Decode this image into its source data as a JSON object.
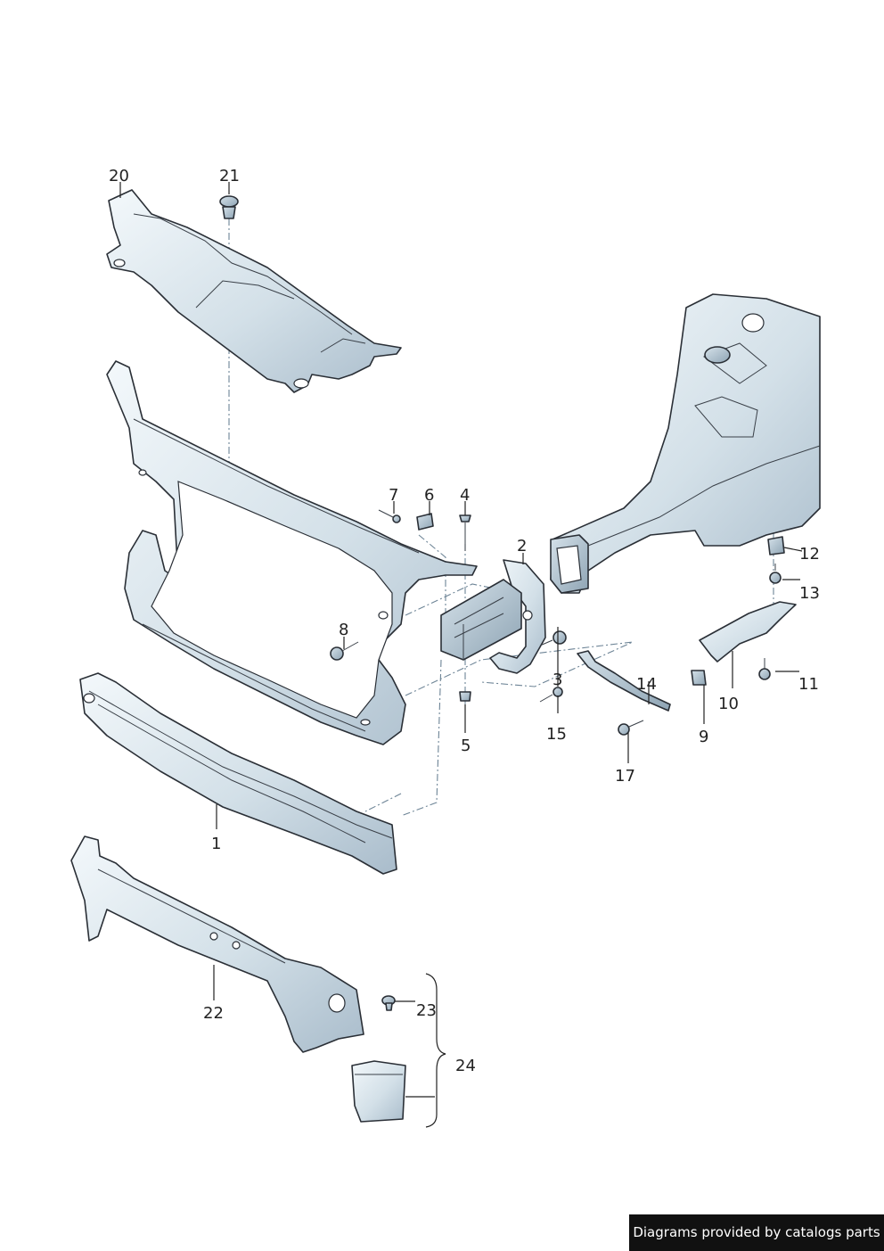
{
  "callouts": [
    {
      "id": "1",
      "label": "1"
    },
    {
      "id": "2",
      "label": "2"
    },
    {
      "id": "3",
      "label": "3"
    },
    {
      "id": "4",
      "label": "4"
    },
    {
      "id": "5",
      "label": "5"
    },
    {
      "id": "6",
      "label": "6"
    },
    {
      "id": "7",
      "label": "7"
    },
    {
      "id": "8",
      "label": "8"
    },
    {
      "id": "9",
      "label": "9"
    },
    {
      "id": "10",
      "label": "10"
    },
    {
      "id": "11",
      "label": "11"
    },
    {
      "id": "12",
      "label": "12"
    },
    {
      "id": "13",
      "label": "13"
    },
    {
      "id": "14",
      "label": "14"
    },
    {
      "id": "15",
      "label": "15"
    },
    {
      "id": "17",
      "label": "17"
    },
    {
      "id": "20",
      "label": "20"
    },
    {
      "id": "21",
      "label": "21"
    },
    {
      "id": "22",
      "label": "22"
    },
    {
      "id": "23",
      "label": "23"
    },
    {
      "id": "24",
      "label": "24"
    }
  ],
  "credit": "Diagrams provided by catalogs parts",
  "colors": {
    "part_light": "#eef4f8",
    "part_mid": "#c9d8e2",
    "part_dark": "#9fb3c1",
    "line": "#2a2f36",
    "dash": "#6d8496"
  }
}
